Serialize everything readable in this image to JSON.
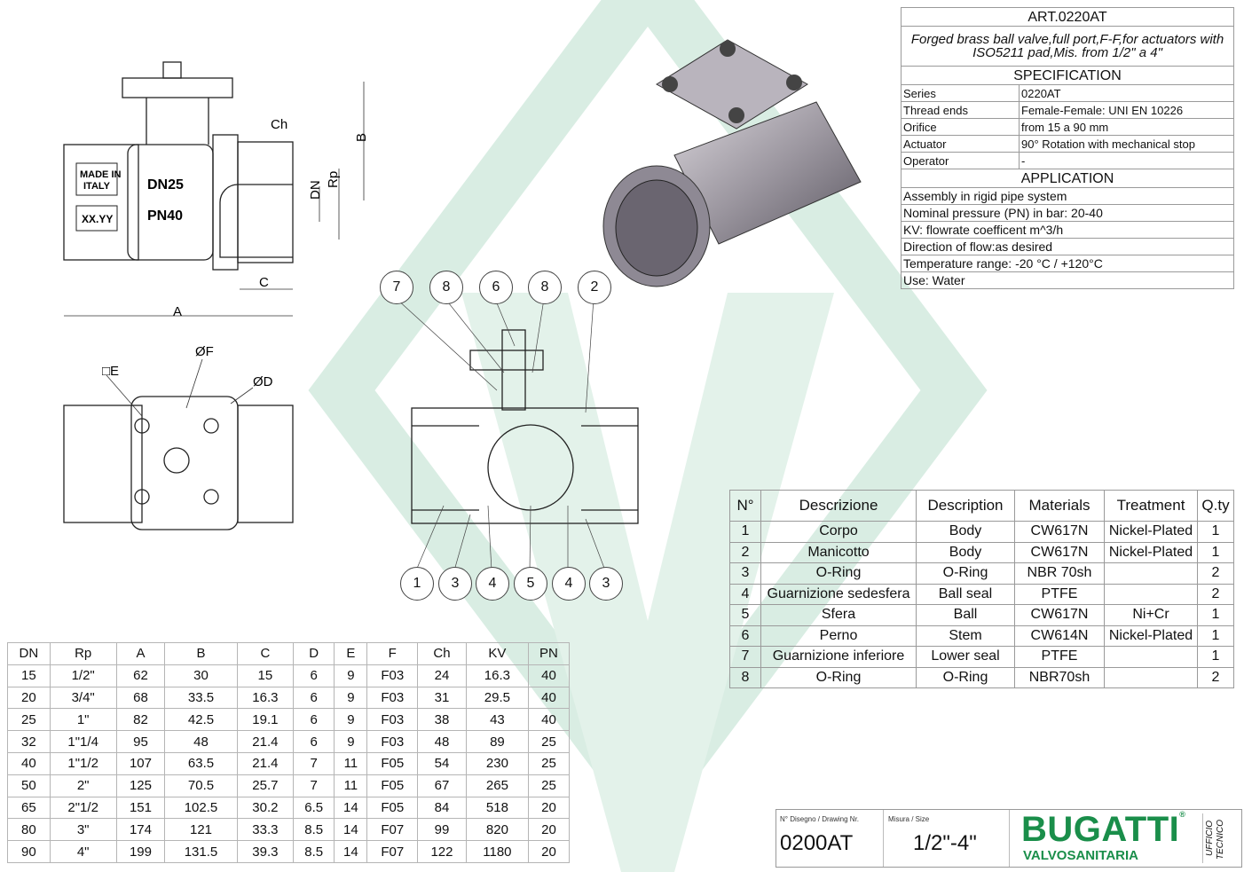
{
  "spec": {
    "article": "ART.0220AT",
    "description": "Forged brass ball valve,full port,F-F,for actuators with ISO5211 pad,Mis. from 1/2\" a 4\"",
    "spec_heading": "SPECIFICATION",
    "rows": [
      {
        "k": "Series",
        "v": "0220AT"
      },
      {
        "k": "Thread ends",
        "v": "Female-Female: UNI EN 10226"
      },
      {
        "k": "Orifice",
        "v": "from 15 a 90 mm"
      },
      {
        "k": "Actuator",
        "v": "90° Rotation with mechanical stop"
      },
      {
        "k": "Operator",
        "v": "-"
      }
    ],
    "app_heading": "APPLICATION",
    "app_rows": [
      "Assembly in rigid pipe system",
      "Nominal pressure (PN) in bar: 20-40",
      "KV: flowrate coefficent m^3/h",
      "Direction of flow:as desired",
      "Temperature range: -20 °C  /  +120°C",
      "Use: Water"
    ]
  },
  "parts": {
    "headers": [
      "N°",
      "Descrizione",
      "Description",
      "Materials",
      "Treatment",
      "Q.ty"
    ],
    "rows": [
      [
        "1",
        "Corpo",
        "Body",
        "CW617N",
        "Nickel-Plated",
        "1"
      ],
      [
        "2",
        "Manicotto",
        "Body",
        "CW617N",
        "Nickel-Plated",
        "1"
      ],
      [
        "3",
        "O-Ring",
        "O-Ring",
        "NBR 70sh",
        "",
        "2"
      ],
      [
        "4",
        "Guarnizione sedesfera",
        "Ball seal",
        "PTFE",
        "",
        "2"
      ],
      [
        "5",
        "Sfera",
        "Ball",
        "CW617N",
        "Ni+Cr",
        "1"
      ],
      [
        "6",
        "Perno",
        "Stem",
        "CW614N",
        "Nickel-Plated",
        "1"
      ],
      [
        "7",
        "Guarnizione inferiore",
        "Lower seal",
        "PTFE",
        "",
        "1"
      ],
      [
        "8",
        "O-Ring",
        "O-Ring",
        "NBR70sh",
        "",
        "2"
      ]
    ]
  },
  "dims": {
    "headers": [
      "DN",
      "Rp",
      "A",
      "B",
      "C",
      "D",
      "E",
      "F",
      "Ch",
      "KV",
      "PN"
    ],
    "rows": [
      [
        "15",
        "1/2\"",
        "62",
        "30",
        "15",
        "6",
        "9",
        "F03",
        "24",
        "16.3",
        "40"
      ],
      [
        "20",
        "3/4\"",
        "68",
        "33.5",
        "16.3",
        "6",
        "9",
        "F03",
        "31",
        "29.5",
        "40"
      ],
      [
        "25",
        "1\"",
        "82",
        "42.5",
        "19.1",
        "6",
        "9",
        "F03",
        "38",
        "43",
        "40"
      ],
      [
        "32",
        "1\"1/4",
        "95",
        "48",
        "21.4",
        "6",
        "9",
        "F03",
        "48",
        "89",
        "25"
      ],
      [
        "40",
        "1\"1/2",
        "107",
        "63.5",
        "21.4",
        "7",
        "11",
        "F05",
        "54",
        "230",
        "25"
      ],
      [
        "50",
        "2\"",
        "125",
        "70.5",
        "25.7",
        "7",
        "11",
        "F05",
        "67",
        "265",
        "25"
      ],
      [
        "65",
        "2\"1/2",
        "151",
        "102.5",
        "30.2",
        "6.5",
        "14",
        "F05",
        "84",
        "518",
        "20"
      ],
      [
        "80",
        "3\"",
        "174",
        "121",
        "33.3",
        "8.5",
        "14",
        "F07",
        "99",
        "820",
        "20"
      ],
      [
        "90",
        "4\"",
        "199",
        "131.5",
        "39.3",
        "8.5",
        "14",
        "F07",
        "122",
        "1180",
        "20"
      ]
    ]
  },
  "drawing": {
    "labels": {
      "a": "A",
      "b": "B",
      "c": "C",
      "ch": "Ch",
      "dn": "DN",
      "rp": "Rp",
      "e": "□E",
      "f": "ØF",
      "d": "ØD",
      "body_made": "MADE IN",
      "body_italy": "ITALY",
      "body_xx": "XX.YY",
      "body_dn": "DN25",
      "body_pn": "PN40"
    },
    "balloons_top": [
      "7",
      "8",
      "6",
      "8",
      "2"
    ],
    "balloons_bottom": [
      "1",
      "3",
      "4",
      "5",
      "4",
      "3"
    ]
  },
  "titleblock": {
    "drawing_nr_label": "N° Disegno / Drawing Nr.",
    "drawing_nr": "0200AT",
    "size_label": "Misura / Size",
    "size": "1/2\"-4\"",
    "brand": "BUGATTI",
    "brand_reg": "®",
    "brand_sub": "VALVOSANITARIA",
    "dept_1": "UFFICIO",
    "dept_2": "TECNICO"
  },
  "colors": {
    "watermark": "#d9ede3",
    "brand": "#1a8e4a",
    "line": "#222222"
  }
}
